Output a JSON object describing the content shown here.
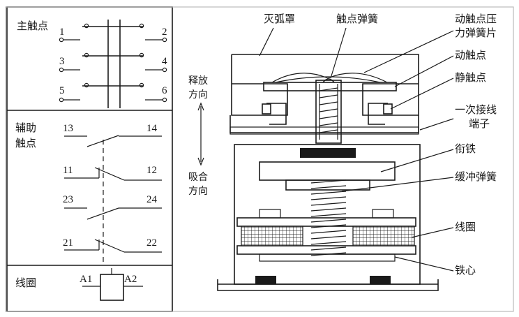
{
  "left_panel": {
    "main_contacts_label": "主触点",
    "main_contacts_numbers": [
      "1",
      "2",
      "3",
      "4",
      "5",
      "6"
    ],
    "aux_contacts_label_line1": "辅助",
    "aux_contacts_label_line2": "触点",
    "aux_numbers": [
      "13",
      "14",
      "11",
      "12",
      "23",
      "24",
      "21",
      "22"
    ],
    "coil_label": "线圈",
    "coil_terminals": [
      "A1",
      "A2"
    ]
  },
  "right_panel": {
    "release_direction": [
      "释放",
      "方向"
    ],
    "attract_direction": [
      "吸合",
      "方向"
    ],
    "labels": {
      "arc_chute": "灭弧罩",
      "contact_spring": "触点弹簧",
      "moving_contact_pressure_spring_1": "动触点压",
      "moving_contact_pressure_spring_2": "力弹簧片",
      "moving_contact": "动触点",
      "static_contact": "静触点",
      "primary_terminal_1": "一次接线",
      "primary_terminal_2": "端子",
      "armature": "衔铁",
      "buffer_spring": "缓冲弹簧",
      "coil": "线圈",
      "iron_core": "铁心"
    }
  },
  "colors": {
    "ink": "#1a1a1a",
    "background": "#ffffff"
  }
}
